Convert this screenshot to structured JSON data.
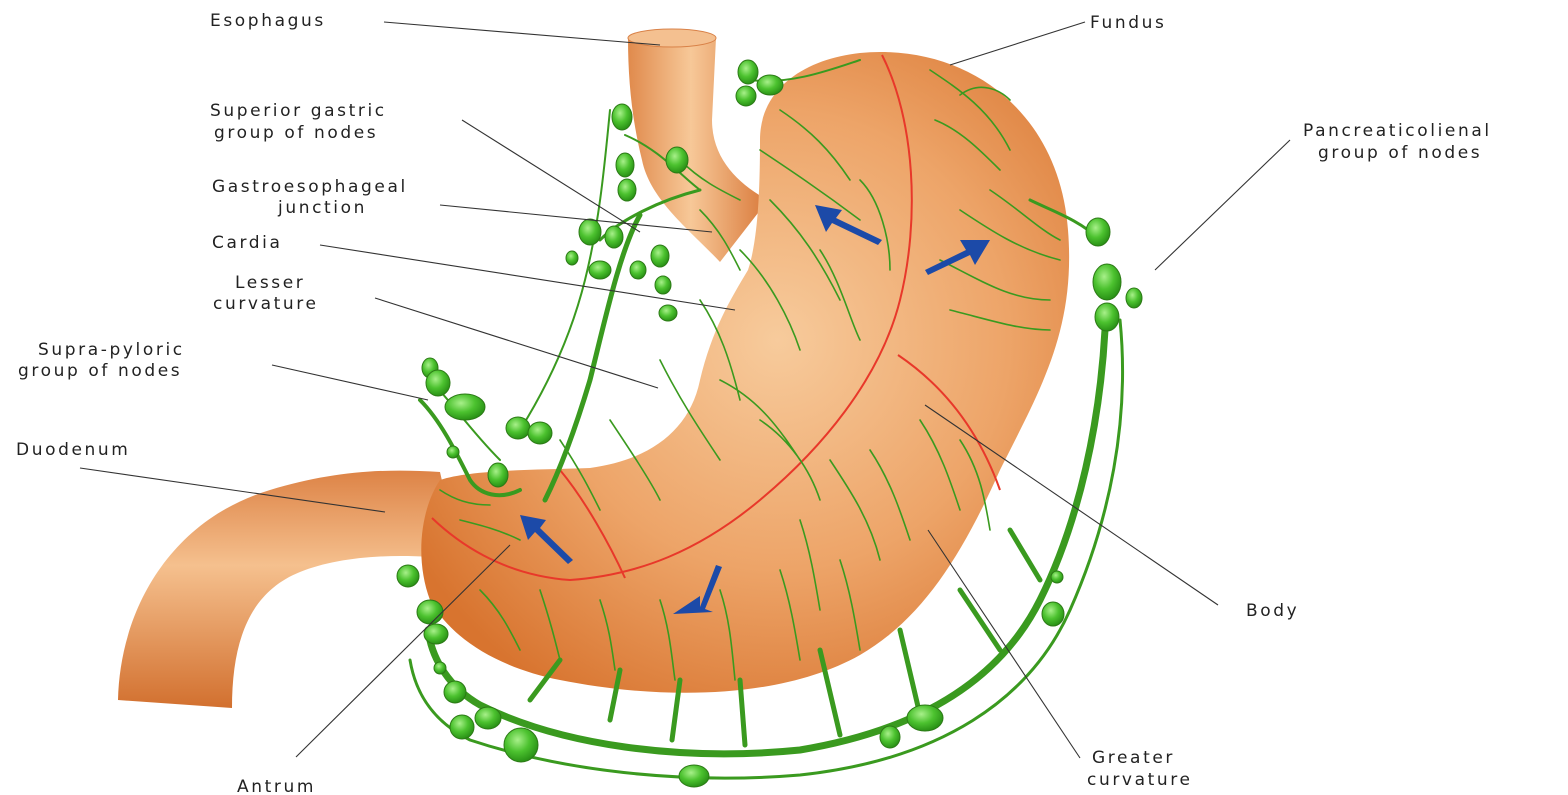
{
  "labels": {
    "esophagus": "Esophagus",
    "fundus": "Fundus",
    "superior_gastric_1": "Superior gastric",
    "superior_gastric_2": "group of nodes",
    "pancreaticolienal_1": "Pancreaticolienal",
    "pancreaticolienal_2": "group of nodes",
    "gastroesophageal_1": "Gastroesophageal",
    "gastroesophageal_2": "junction",
    "cardia": "Cardia",
    "lesser_1": "Lesser",
    "lesser_2": "curvature",
    "suprapyloric_1": "Supra-pyloric",
    "suprapyloric_2": "group of nodes",
    "duodenum": "Duodenum",
    "body": "Body",
    "greater_1": "Greater",
    "greater_2": "curvature",
    "antrum": "Antrum"
  },
  "colors": {
    "stomach": "#e2894a",
    "stomach_highlight": "#f6c89a",
    "lymph_vessel": "#3a9a1f",
    "lymph_node": "#49c02e",
    "zone_line": "#e8382a",
    "flow_arrow": "#1c4aa8"
  }
}
